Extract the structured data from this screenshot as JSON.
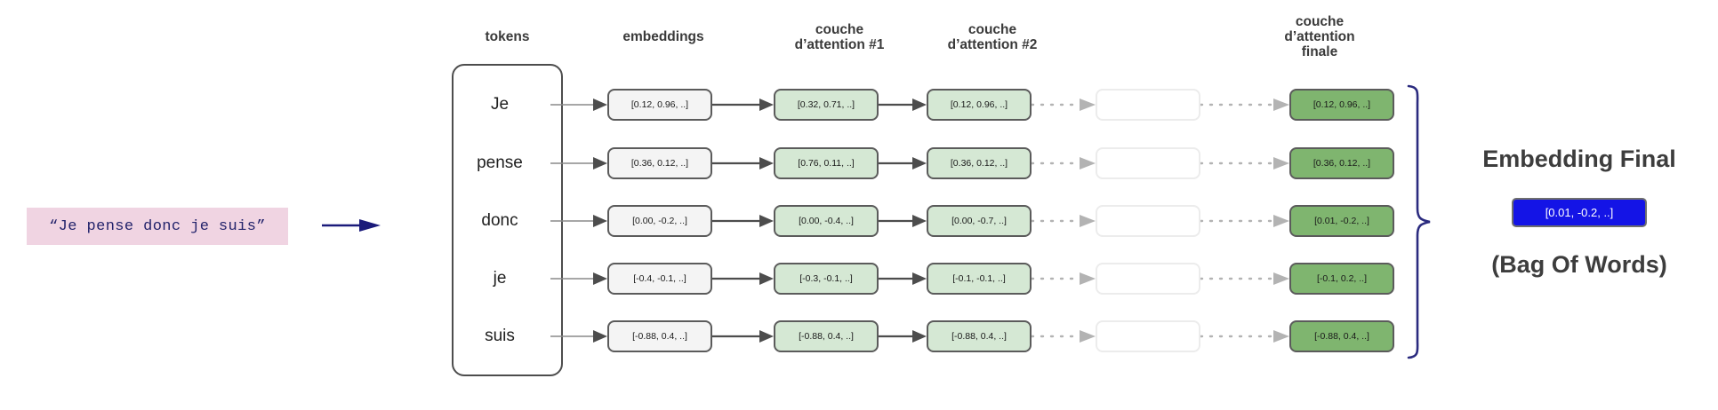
{
  "input": {
    "phrase": "“Je pense donc je suis”",
    "bg_color": "#f0d4e2",
    "text_color": "#23236b",
    "arrow_color": "#1a1a7a"
  },
  "columns": [
    {
      "id": "tokens",
      "title": "tokens"
    },
    {
      "id": "embeddings",
      "title": "embeddings"
    },
    {
      "id": "attention1",
      "title": "couche\nd’attention #1"
    },
    {
      "id": "attention2",
      "title": "couche\nd’attention #2"
    },
    {
      "id": "hidden",
      "title": ""
    },
    {
      "id": "attention_final",
      "title": "couche\nd’attention\nfinale"
    }
  ],
  "tokens": [
    "Je",
    "pense",
    "donc",
    "je",
    "suis"
  ],
  "embeddings": [
    "[0.12, 0.96, ..]",
    "[0.36, 0.12, ..]",
    "[0.00, -0.2, ..]",
    "[-0.4, -0.1, ..]",
    "[-0.88, 0.4, ..]"
  ],
  "attention1": [
    "[0.32, 0.71, ..]",
    "[0.76, 0.11, ..]",
    "[0.00, -0.4, ..]",
    "[-0.3, -0.1, ..]",
    "[-0.88, 0.4, ..]"
  ],
  "attention2": [
    "[0.12, 0.96, ..]",
    "[0.36, 0.12, ..]",
    "[0.00, -0.7, ..]",
    "[-0.1, -0.1, ..]",
    "[-0.88, 0.4, ..]"
  ],
  "hidden": [
    "",
    "",
    "",
    "",
    ""
  ],
  "attention_final": [
    "[0.12, 0.96, ..]",
    "[0.36, 0.12, ..]",
    "[0.01, -0.2, ..]",
    "[-0.1, 0.2, ..]",
    "[-0.88, 0.4, ..]"
  ],
  "result": {
    "title": "Embedding Final",
    "value": "[0.01, -0.2, ..]",
    "subtitle": "(Bag Of Words)",
    "box_color": "#1414e6",
    "brace_color": "#2b2b7f"
  },
  "palette": {
    "embedding_box": "#f4f4f4",
    "attention_box": "#d5e8d4",
    "final_box": "#7fb56f",
    "empty_box": "#ffffff",
    "solid_arrow": "#4d4d4d",
    "dotted_arrow": "#b3b3b3"
  }
}
